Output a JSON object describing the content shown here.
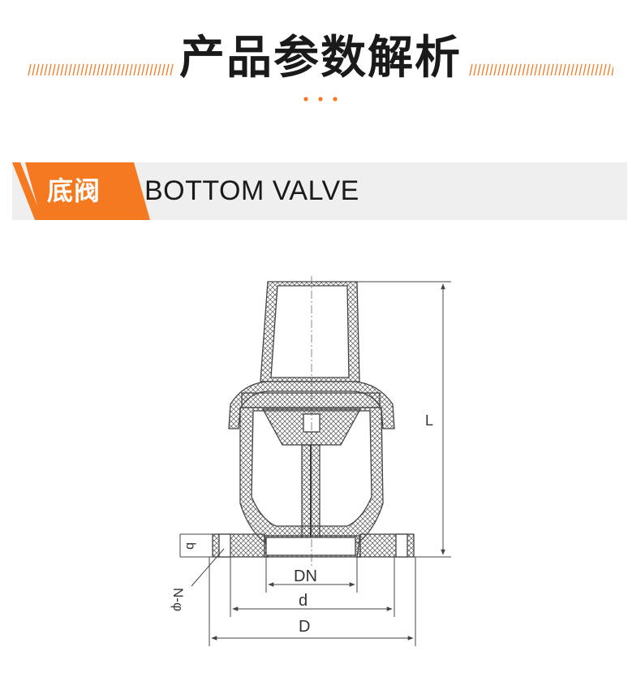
{
  "header": {
    "title": "产品参数解析",
    "accent_color": "#f47920"
  },
  "section": {
    "label_cn": "底阀",
    "label_en": "BOTTOM VALVE",
    "bar_color": "#efefef",
    "tab_color": "#f47920"
  },
  "diagram": {
    "labels": {
      "length": "L",
      "nominal_diameter": "DN",
      "bolt_circle": "d",
      "outer_diameter": "D",
      "flange_thickness": "b",
      "bolt_holes": "N-φ"
    }
  }
}
